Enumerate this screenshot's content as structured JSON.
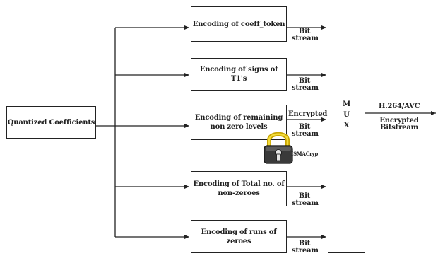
{
  "input": {
    "label": "Quantized Coefficients"
  },
  "encoders": [
    {
      "label": "Encoding of coeff_token",
      "stream": "Bit stream"
    },
    {
      "label": "Encoding of signs of T1's",
      "stream": "Bit stream"
    },
    {
      "label": "Encoding of remaining non zero levels",
      "stream": "Bit stream",
      "extra": "Encrypted"
    },
    {
      "label": "Encoding of Total no. of non-zeroes",
      "stream": "Bit stream"
    },
    {
      "label": "Encoding of runs of zeroes",
      "stream": "Bit stream"
    }
  ],
  "mux": {
    "letters": [
      "M",
      "U",
      "X"
    ]
  },
  "output": {
    "format": "H.264/AVC",
    "description": "Encrypted Bitstream"
  },
  "lock": {
    "label": "ISMACryp",
    "icon": "padlock-icon"
  }
}
